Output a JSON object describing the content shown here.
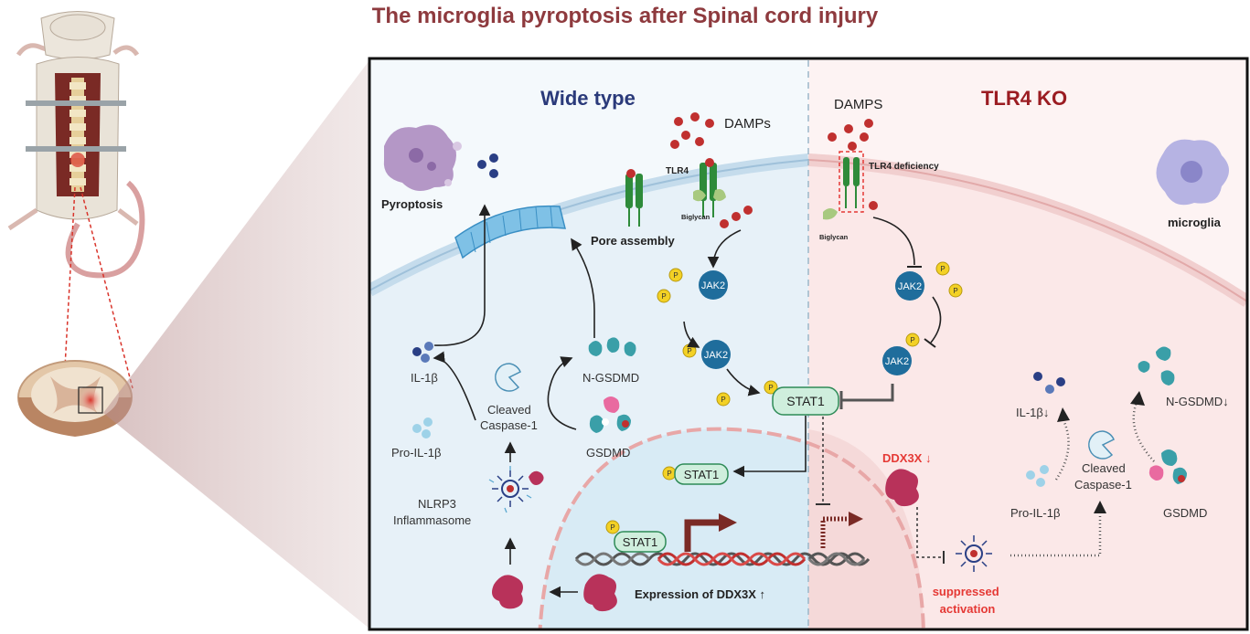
{
  "title": "The microglia  pyroptosis after Spinal cord injury",
  "left_panel": {
    "heading": "Wide type",
    "labels": {
      "pyroptosis": "Pyroptosis",
      "damps": "DAMPs",
      "tlr4": "TLR4",
      "biglycan": "Biglycan",
      "pore_assembly": "Pore assembly",
      "jak2_a": "JAK2",
      "jak2_b": "JAK2",
      "stat1_membrane": "STAT1",
      "stat1_nucleus": "STAT1",
      "stat1_dna": "STAT1",
      "il1b": "IL-1β",
      "pro_il1b": "Pro-IL-1β",
      "cleaved_caspase": "Cleaved\nCaspase-1",
      "n_gsdmd": "N-GSDMD",
      "gsdmd": "GSDMD",
      "nlrp3": "NLRP3\nInflammasome",
      "expression": "Expression of DDX3X ↑",
      "p": "P"
    }
  },
  "right_panel": {
    "heading": "TLR4 KO",
    "labels": {
      "damps": "DAMPS",
      "tlr4_deficiency": "TLR4  deficiency",
      "biglycan": "Biglycan",
      "microglia": "microglia",
      "jak2_a": "JAK2",
      "jak2_b": "JAK2",
      "ddx3x": "DDX3X ↓",
      "il1b": "IL-1β↓",
      "pro_il1b": "Pro-IL-1β",
      "cleaved_caspase": "Cleaved\nCaspase-1",
      "n_gsdmd": "N-GSDMD↓",
      "gsdmd": "GSDMD",
      "suppressed": "suppressed\nactivation"
    }
  },
  "colors": {
    "title": "#8e3a3e",
    "wt_heading": "#2a3a7a",
    "ko_heading": "#9b1c22",
    "alert_red": "#e53935",
    "jak2_blue": "#1f6d9c",
    "stat1_green": "#cfeedd",
    "damp_red": "#c0302f",
    "phospho_yellow": "#f3d125",
    "left_bg": "#eaf3f9",
    "right_bg": "#fbecec",
    "membrane": "#c5dcec",
    "membrane_ko": "#f1cfcf"
  }
}
